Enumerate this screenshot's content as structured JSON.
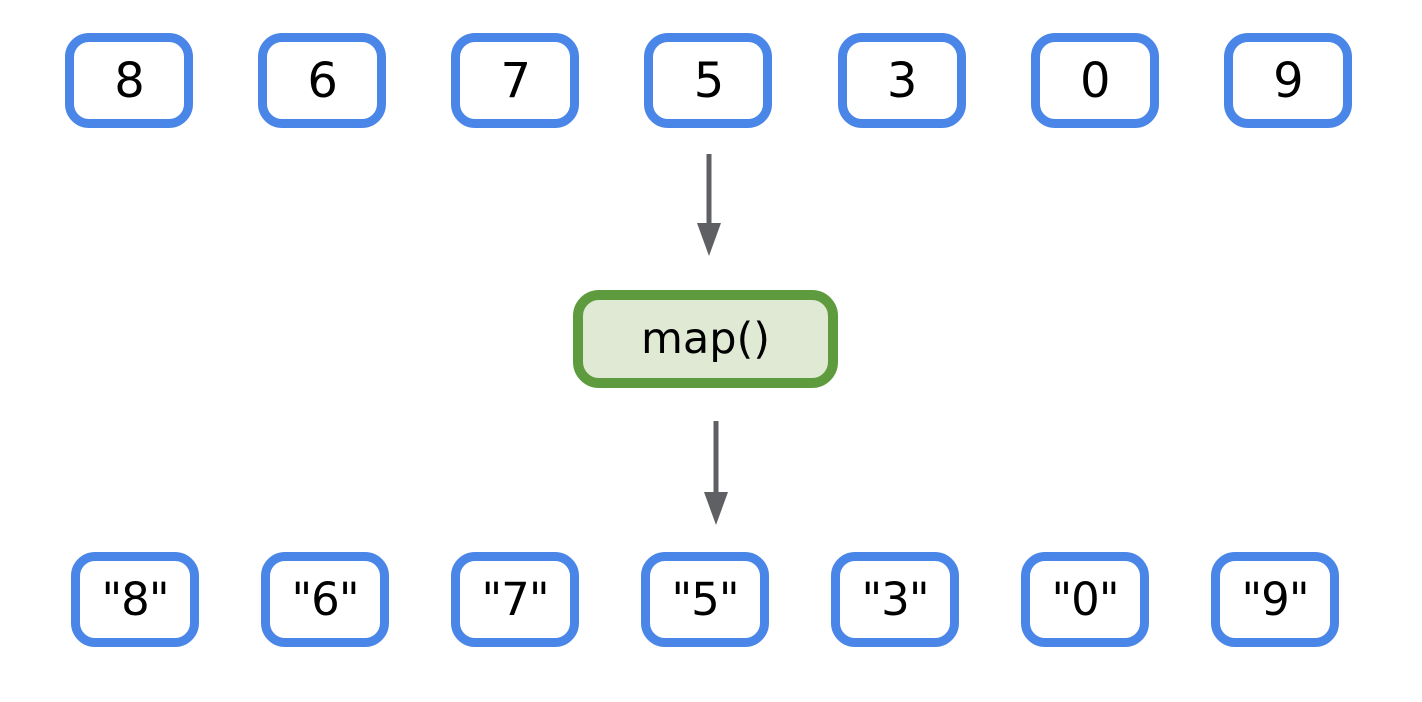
{
  "input_row": {
    "values": [
      "8",
      "6",
      "7",
      "5",
      "3",
      "0",
      "9"
    ]
  },
  "function_box": {
    "label": "map()"
  },
  "output_row": {
    "values": [
      "\"8\"",
      "\"6\"",
      "\"7\"",
      "\"5\"",
      "\"3\"",
      "\"0\"",
      "\"9\""
    ]
  },
  "icons": {
    "top_arrow": "down-arrow",
    "bottom_arrow": "down-arrow"
  },
  "colors": {
    "background": "#ffffff",
    "box_border_blue": "#4a86e8",
    "function_border_green": "#5e9b3e",
    "function_fill_green": "#dfe9d4",
    "arrow_gray": "#5f6063",
    "text_black": "#000000"
  }
}
